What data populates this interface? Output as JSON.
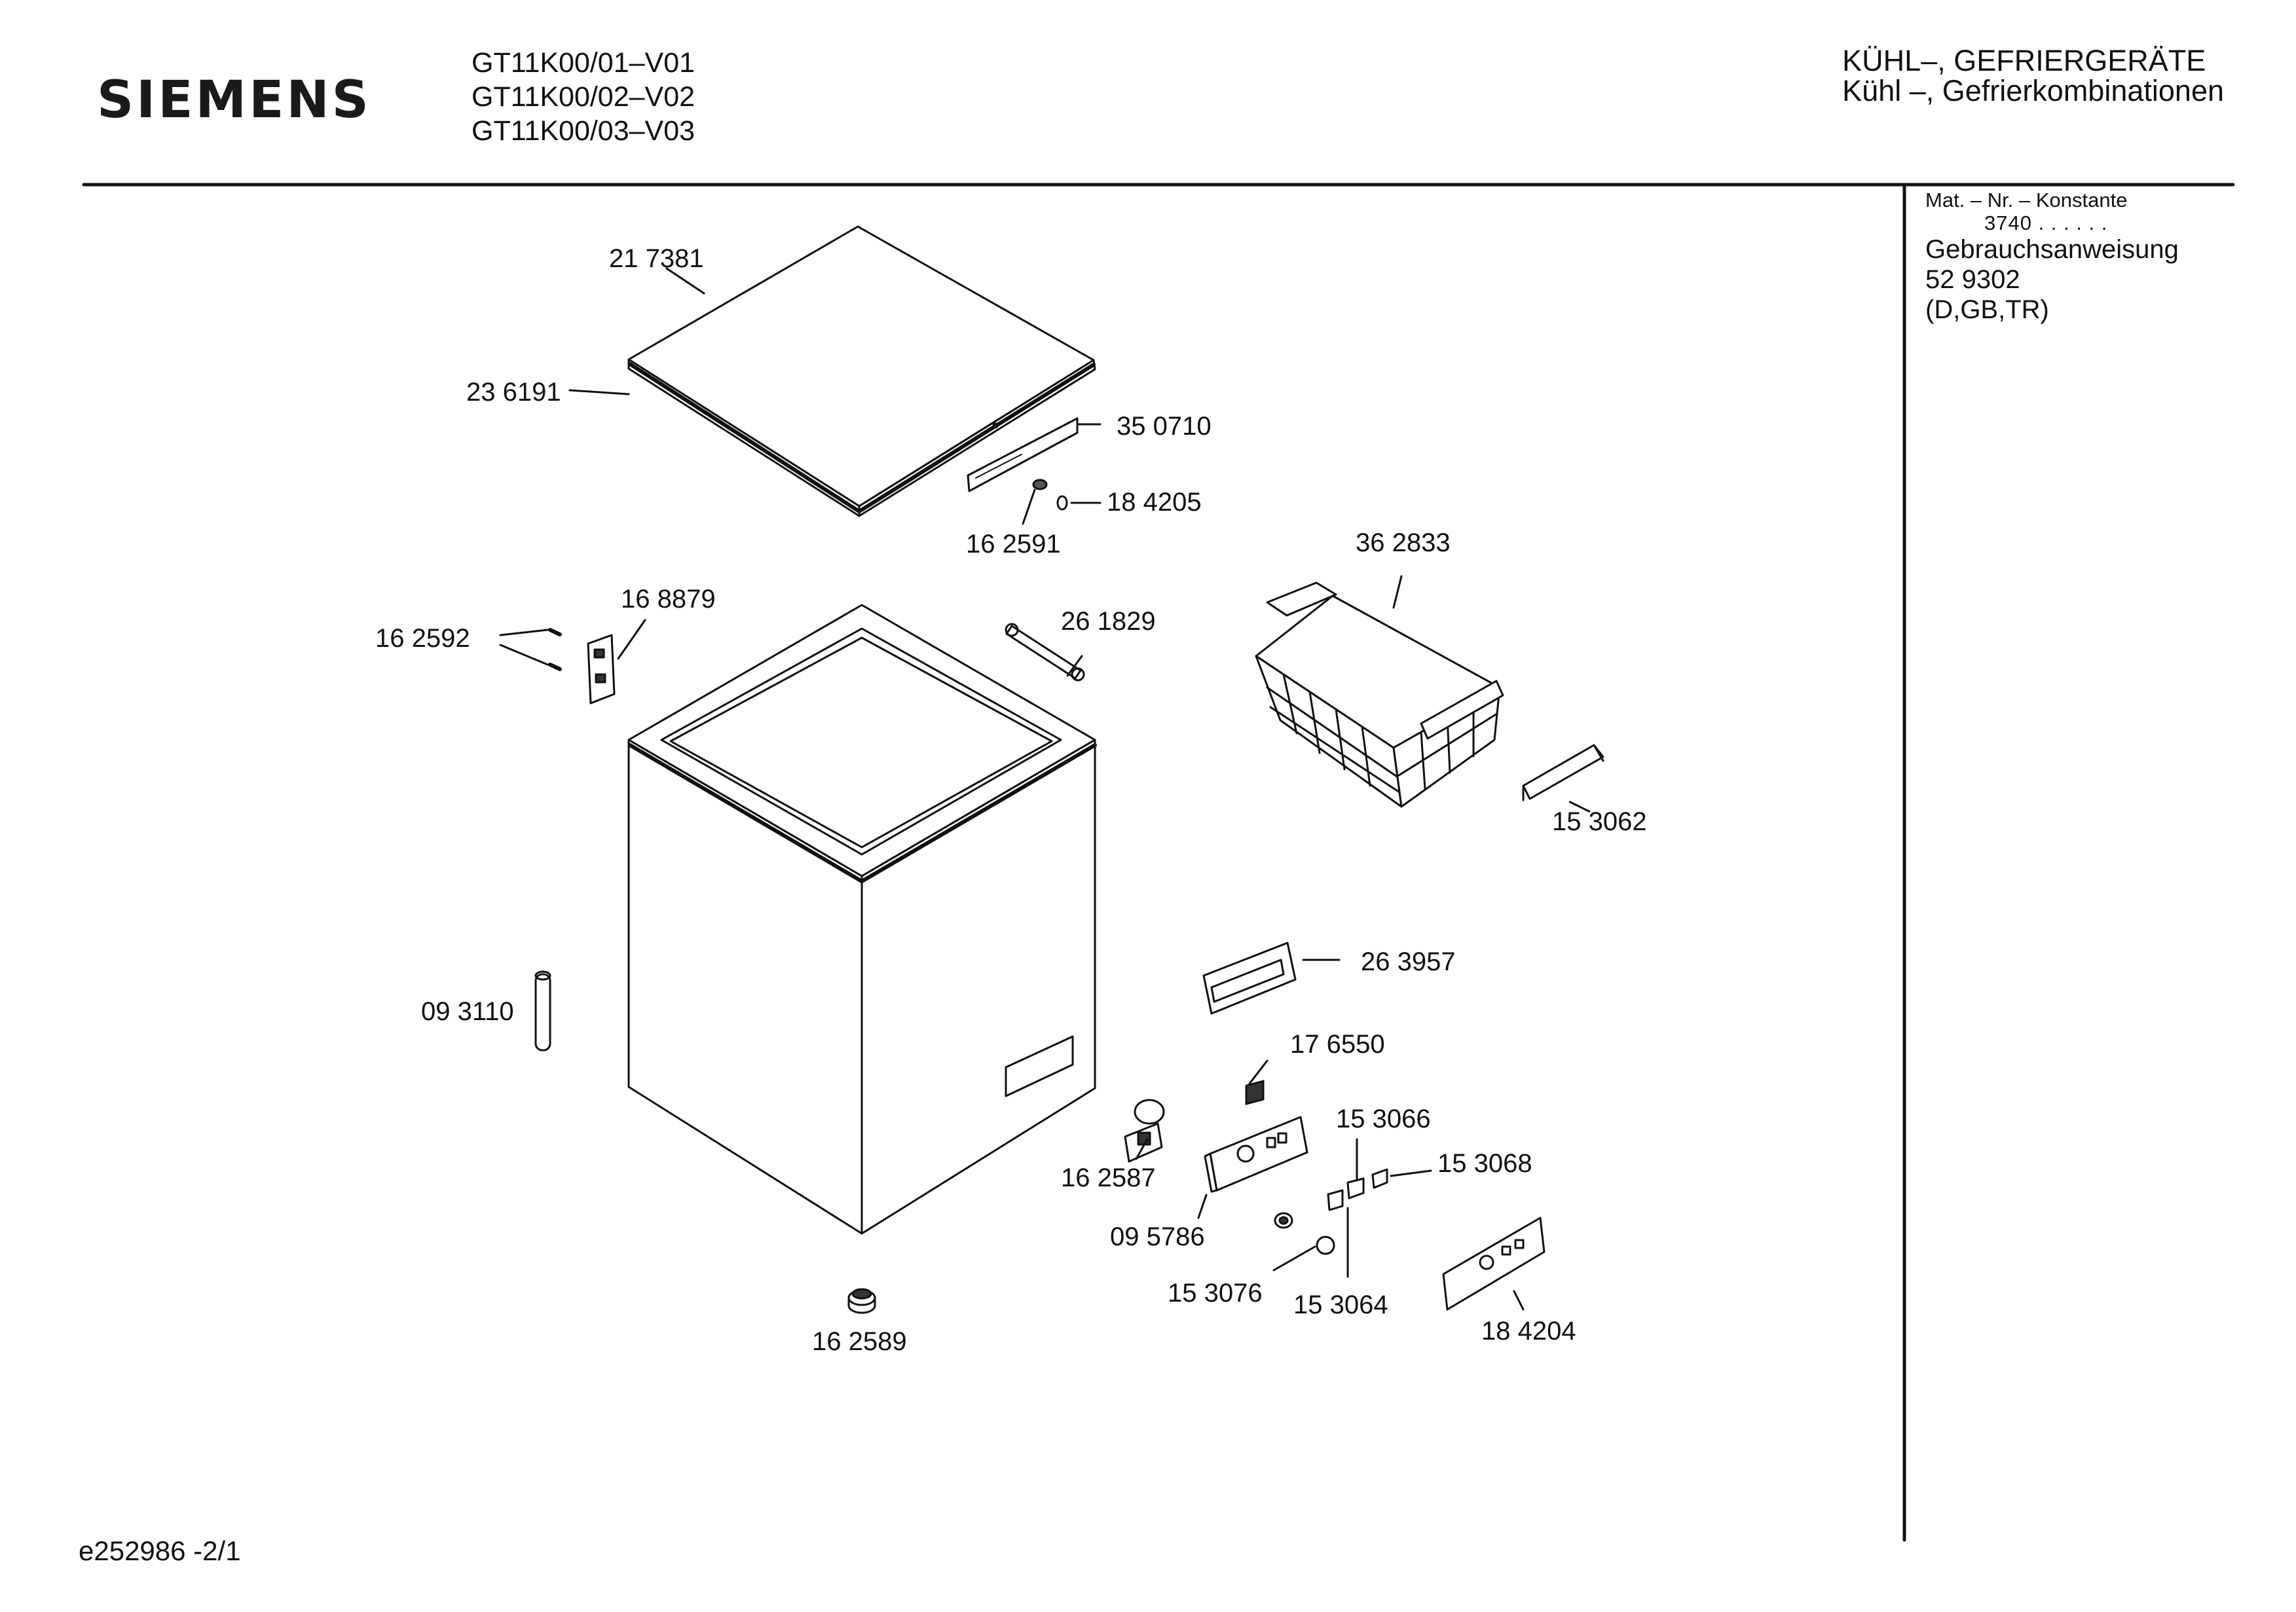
{
  "header": {
    "brand": "SIEMENS",
    "models": [
      "GT11K00/01–V01",
      "GT11K00/02–V02",
      "GT11K00/03–V03"
    ],
    "category_line1": "KÜHL–, GEFRIERGERÄTE",
    "category_line2": "Kühl –, Gefrierkombinationen"
  },
  "sidebar": {
    "konstante_label": "Mat. – Nr. – Konstante",
    "konstante_value": "3740 .  .  .  .  .  .",
    "manual_title": "Gebrauchsanweisung",
    "manual_number": "52 9302",
    "manual_languages": "(D,GB,TR)"
  },
  "parts": {
    "p217381": "21 7381",
    "p236191": "23 6191",
    "p350710": "35 0710",
    "p184205": "18 4205",
    "p162591": "16 2591",
    "p362833": "36 2833",
    "p168879": "16 8879",
    "p162592": "16 2592",
    "p261829": "26 1829",
    "p153062": "15 3062",
    "p263957": "26 3957",
    "p093110": "09  3110",
    "p176550": "17 6550",
    "p153066": "15 3066",
    "p153068": "15 3068",
    "p162587": "16 2587",
    "p095786": "09 5786",
    "p153076": "15 3076",
    "p153064": "15 3064",
    "p184204": "18 4204",
    "p162589": "16 2589"
  },
  "footer": {
    "doc_id": "e252986 -2/1"
  }
}
